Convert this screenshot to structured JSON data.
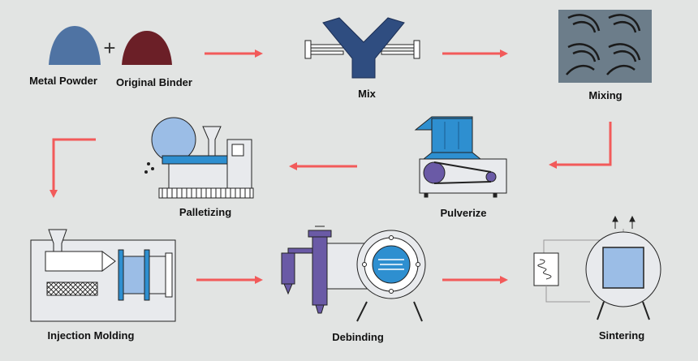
{
  "labels": {
    "metal_powder": "Metal Powder",
    "original_binder": "Original Binder",
    "mix": "Mix",
    "mixing": "Mixing",
    "pulverize": "Pulverize",
    "palletizing": "Palletizing",
    "injection_molding": "Injection Molding",
    "debinding": "Debinding",
    "sintering": "Sintering"
  },
  "plus_symbol": "+",
  "colors": {
    "background": "#e2e4e3",
    "arrow": "#f25a5a",
    "metal_powder": "#4f73a3",
    "binder": "#6b1f27",
    "machine_outline": "#222222",
    "blue_part": "#2e8fd0",
    "purple_part": "#6a5aa6",
    "light_blue": "#9bbde6",
    "mixing_panel": "#6c7d8a"
  }
}
